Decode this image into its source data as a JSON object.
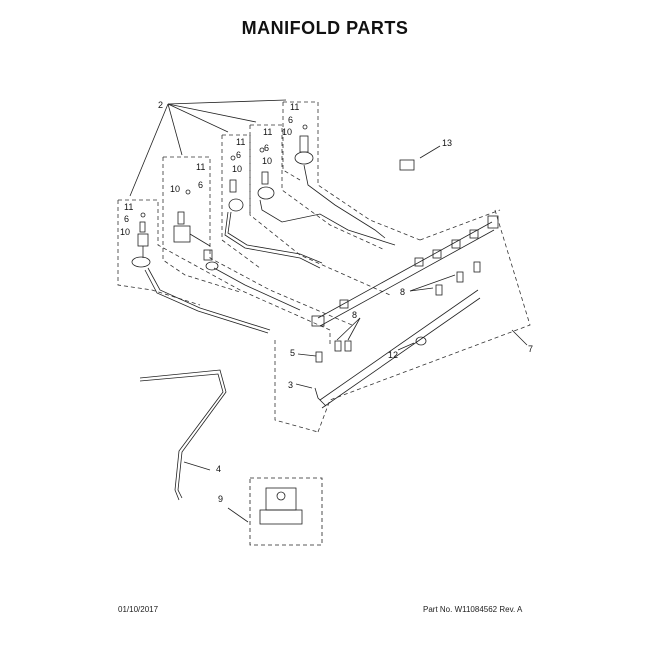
{
  "page": {
    "title": "MANIFOLD PARTS",
    "date": "01/10/2017",
    "part_no": "Part No. W11084562  Rev. A"
  },
  "callouts": {
    "c2": "2",
    "c11a": "11",
    "c6a": "6",
    "c10a": "10",
    "c11b": "11",
    "c6b": "6",
    "c10b": "10",
    "c11c": "11",
    "c6c": "6",
    "c10c": "10",
    "c11d": "11",
    "c6d": "6",
    "c10d": "10",
    "c13": "13",
    "c8a": "8",
    "c8b": "8",
    "c5": "5",
    "c12": "12",
    "c7": "7",
    "c3": "3",
    "c4": "4",
    "c9": "9"
  }
}
